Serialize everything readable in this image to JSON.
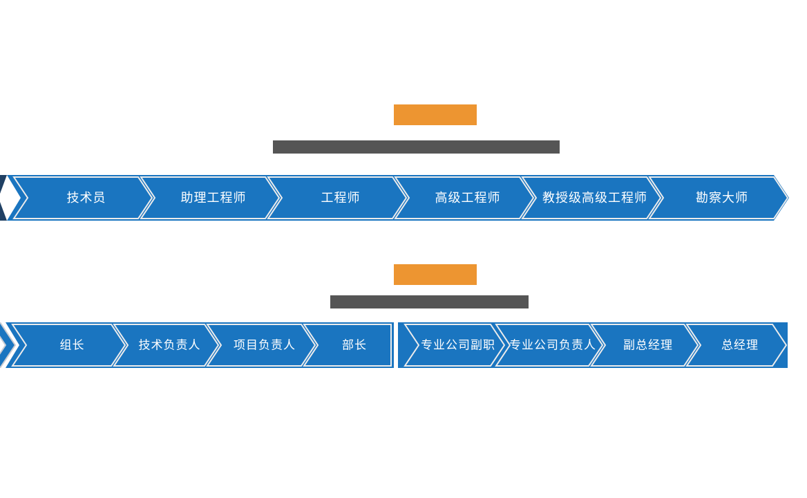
{
  "page": {
    "background": "#ffffff",
    "description_visible_text_only": true
  },
  "colors": {
    "banner_blue": "#1a75c0",
    "banner_dark_blue": "#204064",
    "separator_outline": "#ececec",
    "tail_outline": "#c9cdd4",
    "accent_orange": "#ed9531",
    "subtitle_gray": "#555555",
    "step_text": "#ffffff"
  },
  "ladders": [
    {
      "name": "professional-title-ladder",
      "steps": [
        "技术员",
        "助理工程师",
        "工程师",
        "高级工程师",
        "教授级高级工程师",
        "勘察大师"
      ]
    },
    {
      "name": "management-ladder",
      "steps": [
        "组长",
        "技术负责人",
        "项目负责人",
        "部长",
        "专业公司副职",
        "专业公司负责人",
        "副总经理",
        "总经理"
      ]
    }
  ]
}
